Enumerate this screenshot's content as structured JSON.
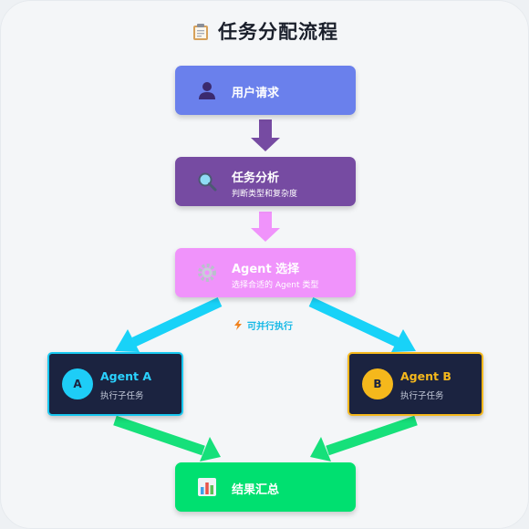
{
  "title": "任务分配流程",
  "icons": {
    "title": "clipboard-icon",
    "user_request": "person-icon",
    "analysis": "magnifier-icon",
    "select": "gear-icon",
    "summary": "bar-chart-icon",
    "parallel": "lightning-icon"
  },
  "nodes": {
    "user_request": {
      "label": "用户请求"
    },
    "analysis": {
      "label": "任务分析",
      "sub": "判断类型和复杂度"
    },
    "select": {
      "label": "Agent 选择",
      "sub": "选择合适的 Agent 类型"
    },
    "agent_a": {
      "badge": "A",
      "label": "Agent A",
      "sub": "执行子任务"
    },
    "agent_b": {
      "badge": "B",
      "label": "Agent B",
      "sub": "执行子任务"
    },
    "summary": {
      "label": "结果汇总"
    }
  },
  "parallel_label": "可并行执行",
  "colors": {
    "user_request": "#6a80ec",
    "analysis": "#764ba2",
    "select": "#f093fb",
    "summary": "#00e070",
    "agent_bg": "#1b2340",
    "agent_a": "#18c8f0",
    "agent_b": "#f5b81c",
    "split_arrow": "#18d2f8",
    "merge_arrow": "#16e07a"
  }
}
